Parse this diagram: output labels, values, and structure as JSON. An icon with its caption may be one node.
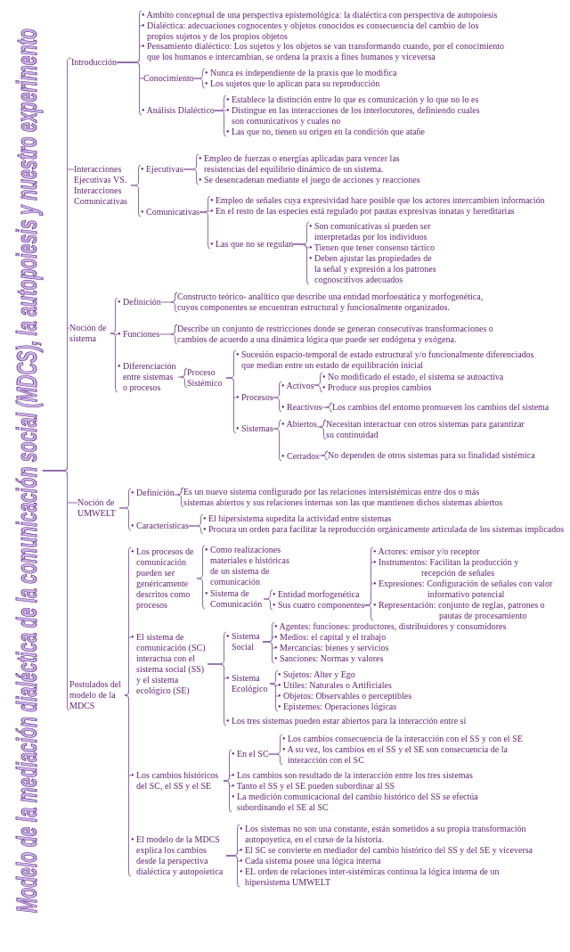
{
  "diagram": {
    "nodes": [
      {
        "text": [
          "Modelo de la mediación dialéctica de la comunicación social (MDCS), la autopoiesis y nuestro experimento"
        ]
      },
      {
        "text": [
          "Introducción"
        ]
      },
      {
        "text": [
          "• Ambito conceptual de una perspectiva epistemológica: la dialéctica con perspectiva de autopoiesis"
        ]
      },
      {
        "text": [
          "• Dialéctica: adecuaciones cognocentes y objetos conocidos es consecuencia del cambio de los propios sujetos y de los propios objetos"
        ]
      },
      {
        "text": [
          "• Pensamiento dialéctico: Los sujetos y los objetos se van transformando cuando, por el conocimiento que los humanos e intercambian, se ordena la praxis a fines humanos y viceversa"
        ]
      },
      {
        "text": [
          "Conocimiento"
        ]
      },
      {
        "text": [
          "• Nunca es independiente de la praxis que lo modifica"
        ]
      },
      {
        "text": [
          "• Los sujetos que lo aplican para su reproducción"
        ]
      },
      {
        "text": [
          "• Análisis Dialéctico"
        ]
      },
      {
        "text": [
          "• Establece la distinción entre lo que es comunicación y lo que no lo es"
        ]
      },
      {
        "text": [
          "• Distingue en las interacciones de los interlocutores, definiendo cuales son comunicativos y cuales no"
        ]
      },
      {
        "text": [
          "• Las que no, tienen su origen en la condición que atañe"
        ]
      },
      {
        "text": [
          "Interacciones Ejecutivas VS. Interacciones Comunicativas"
        ]
      },
      {
        "text": [
          "• Ejecutivas"
        ]
      },
      {
        "text": [
          "• Empleo de fuerzas o energías aplicadas para vencer las resistencias del equilibrio dinámico de un sistema."
        ]
      },
      {
        "text": [
          "• Se desencadenan mediante el juego de acciones y reacciones"
        ]
      },
      {
        "text": [
          "• Comunicativas"
        ]
      },
      {
        "text": [
          "• Empleo de señales cuya expresividad hace posible que los actores intercambien información"
        ]
      },
      {
        "text": [
          "• En el resto de las especies está regulado por pautas expresivas innatas y hereditarias"
        ]
      },
      {
        "text": [
          "• Las que no se regulan"
        ]
      },
      {
        "text": [
          "• Son comunicativas si pueden ser interpretadas por los individuos"
        ]
      },
      {
        "text": [
          "• Tienen que tener consenso táctico"
        ]
      },
      {
        "text": [
          "• Deben ajustar las propiedades de la señal y expresión a los patrones cognoscitivos adecuados"
        ]
      },
      {
        "text": [
          "Noción de sistema"
        ]
      },
      {
        "text": [
          "• Definición"
        ]
      },
      {
        "text": [
          "Constructo teórico- analítico que describe una entidad morfoestática y morfogenética, cuyos componentes se encuentran estructural y funcionalmente organizados."
        ]
      },
      {
        "text": [
          "• Funciones"
        ]
      },
      {
        "text": [
          "Describe un conjunto de restricciones donde se generan consecutivas transformaciones o cambios de acuerdo a una dinámica lógica que puede ser endógena y exógena."
        ]
      },
      {
        "text": [
          "• Diferenciación entre sistemas o procesos"
        ]
      },
      {
        "text": [
          "Proceso Sistémico"
        ]
      },
      {
        "text": [
          "• Sucesión espacio-temporal de estado estructural y/o funcionalmente diferenciados que median entre un estado de equilibración inicial"
        ]
      },
      {
        "text": [
          "• Procesos"
        ]
      },
      {
        "text": [
          "• Activos"
        ]
      },
      {
        "text": [
          "• No modificado el estado, el sistema se autoactiva"
        ]
      },
      {
        "text": [
          "• Produce sus propios cambios"
        ]
      },
      {
        "text": [
          "• Reactivos"
        ]
      },
      {
        "text": [
          "Los cambios del entorno promueven los cambios del sistema"
        ]
      },
      {
        "text": [
          "• Sistemas"
        ]
      },
      {
        "text": [
          "• Abiertos"
        ]
      },
      {
        "text": [
          "Necesitan interactuar con otros sistemas para garantizar su continuidad"
        ]
      },
      {
        "text": [
          "• Cerrados"
        ]
      },
      {
        "text": [
          "No dependen de otros sistemas para su finalidad sistémica"
        ]
      },
      {
        "text": [
          "Noción de UMWELT"
        ]
      },
      {
        "text": [
          "• Definición"
        ]
      },
      {
        "text": [
          "Es un nuevo sistema configurado por las relaciones intersistémicas entre dos o más sistemas abiertos y sus relaciones internas son las que mantienen dichos sistemas abiertos"
        ]
      },
      {
        "text": [
          "• Características"
        ]
      },
      {
        "text": [
          "• El hipersistema supedita la actividad entre sistemas"
        ]
      },
      {
        "text": [
          "• Procura un orden para facilitar la reproducción orgánicamente articulada de los sistemas implicados"
        ]
      },
      {
        "text": [
          "Postulados del modelo de la MDCS"
        ]
      },
      {
        "text": [
          "• Los procesos de comunicación pueden ser genéricamente descritos como procesos"
        ]
      },
      {
        "text": [
          "• Como realizaciones materiales e históricas de un sistema de comunicación"
        ]
      },
      {
        "text": [
          "• Sistema de Comunicación"
        ]
      },
      {
        "text": [
          "• Entidad morfogenética"
        ]
      },
      {
        "text": [
          "• Sus cuatro componentes"
        ]
      },
      {
        "text": [
          "• Actores: emisor y/o receptor"
        ]
      },
      {
        "text": [
          "• Instrumentos: Facilitan la producción y recepción de señales"
        ]
      },
      {
        "text": [
          "• Expresiones: Configuración de señales con valor informativo potencial"
        ]
      },
      {
        "text": [
          "• Representación: conjunto de reglas, patrones o pautas de procesamiento"
        ]
      },
      {
        "text": [
          "• El sistema de comunicación (SC) interactua con el sistema social (SS) y el sistema ecológico (SE)"
        ]
      },
      {
        "text": [
          "• Sistema Social"
        ]
      },
      {
        "text": [
          "• Agentes: funciones: productores, distribuidores y consumidores"
        ]
      },
      {
        "text": [
          "• Medios: el capital y el trabajo"
        ]
      },
      {
        "text": [
          "• Mercancías: bienes y servicios"
        ]
      },
      {
        "text": [
          "• Sanciones: Normas y valores"
        ]
      },
      {
        "text": [
          "• Sistema Ecológico"
        ]
      },
      {
        "text": [
          "• Sujetos: Alter y Ego"
        ]
      },
      {
        "text": [
          "• Utiles: Naturales o Artificiales"
        ]
      },
      {
        "text": [
          "• Objetos: Observables o perceptibles"
        ]
      },
      {
        "text": [
          "• Epistemes: Operaciones lógicas"
        ]
      },
      {
        "text": [
          "• Los tres sistemas pueden estar abiertos para la interacción entre si"
        ]
      },
      {
        "text": [
          "• Los cambios históricos del SC, el SS y el SE"
        ]
      },
      {
        "text": [
          "• En el SC"
        ]
      },
      {
        "text": [
          "• Los cambios consecuencia de la interacción con el SS y con el SE"
        ]
      },
      {
        "text": [
          "• A su vez, los cambios en el SS y el SE son consecuencia de la interacción con el SC"
        ]
      },
      {
        "text": [
          "• Los cambios son resultado de la interacción entre los tres sistemas"
        ]
      },
      {
        "text": [
          "• Tanto el SS y el SE pueden subordinar al SS"
        ]
      },
      {
        "text": [
          "• La medición comunicacional del cambio histórico del SS se efectúa subordinando el SE al SC"
        ]
      },
      {
        "text": [
          "• El modelo de la MDCS explica los cambios desde la perspectiva dialéctica y autopoietica"
        ]
      },
      {
        "text": [
          "• Los sistemas no son una constante, están sometidos a su propia transformación autopoyetica, en el curso de la historia."
        ]
      },
      {
        "text": [
          "• El SC se convierte en mediador del cambio histórico del SS y del SE y viceversa"
        ]
      },
      {
        "text": [
          "• Cada sistema posee una lógica interna"
        ]
      },
      {
        "text": [
          "• EL orden de relaciones inter-sistémicas continua la lógica interna de un hipersistema UMWELT"
        ]
      }
    ],
    "edges": [
      {
        "from": 0,
        "to": 1,
        "arrow": "none"
      },
      {
        "from": 0,
        "to": 12,
        "arrow": "none"
      },
      {
        "from": 0,
        "to": 23,
        "arrow": "none"
      },
      {
        "from": 0,
        "to": 42,
        "arrow": "none"
      },
      {
        "from": 0,
        "to": 48,
        "arrow": "none"
      },
      {
        "from": 1,
        "to": 2,
        "arrow": "none"
      },
      {
        "from": 1,
        "to": 3,
        "arrow": "none"
      },
      {
        "from": 1,
        "to": 4,
        "arrow": "none"
      },
      {
        "from": 1,
        "to": 5,
        "arrow": "none"
      },
      {
        "from": 1,
        "to": 8,
        "arrow": "none"
      },
      {
        "from": 5,
        "to": 6,
        "arrow": "none"
      },
      {
        "from": 5,
        "to": 7,
        "arrow": "none"
      },
      {
        "from": 8,
        "to": 9,
        "arrow": "none"
      },
      {
        "from": 8,
        "to": 10,
        "arrow": "none"
      },
      {
        "from": 8,
        "to": 11,
        "arrow": "none"
      },
      {
        "from": 12,
        "to": 13,
        "arrow": "none"
      },
      {
        "from": 12,
        "to": 16,
        "arrow": "none"
      },
      {
        "from": 13,
        "to": 14,
        "arrow": "none"
      },
      {
        "from": 13,
        "to": 15,
        "arrow": "none"
      },
      {
        "from": 16,
        "to": 17,
        "arrow": "none"
      },
      {
        "from": 16,
        "to": 18,
        "arrow": "none"
      },
      {
        "from": 16,
        "to": 19,
        "arrow": "none"
      },
      {
        "from": 19,
        "to": 20,
        "arrow": "none"
      },
      {
        "from": 19,
        "to": 21,
        "arrow": "none"
      },
      {
        "from": 19,
        "to": 22,
        "arrow": "none"
      },
      {
        "from": 23,
        "to": 24,
        "arrow": "none"
      },
      {
        "from": 23,
        "to": 26,
        "arrow": "none"
      },
      {
        "from": 23,
        "to": 28,
        "arrow": "none"
      },
      {
        "from": 24,
        "to": 25,
        "arrow": "none"
      },
      {
        "from": 26,
        "to": 27,
        "arrow": "none"
      },
      {
        "from": 28,
        "to": 29,
        "arrow": "none"
      },
      {
        "from": 29,
        "to": 30,
        "arrow": "none"
      },
      {
        "from": 29,
        "to": 31,
        "arrow": "none"
      },
      {
        "from": 29,
        "to": 37,
        "arrow": "none"
      },
      {
        "from": 31,
        "to": 32,
        "arrow": "none"
      },
      {
        "from": 31,
        "to": 35,
        "arrow": "none"
      },
      {
        "from": 32,
        "to": 33,
        "arrow": "none"
      },
      {
        "from": 32,
        "to": 34,
        "arrow": "none"
      },
      {
        "from": 35,
        "to": 36,
        "arrow": "none"
      },
      {
        "from": 37,
        "to": 38,
        "arrow": "none"
      },
      {
        "from": 37,
        "to": 40,
        "arrow": "none"
      },
      {
        "from": 38,
        "to": 39,
        "arrow": "none"
      },
      {
        "from": 40,
        "to": 41,
        "arrow": "none"
      },
      {
        "from": 42,
        "to": 43,
        "arrow": "none"
      },
      {
        "from": 42,
        "to": 45,
        "arrow": "none"
      },
      {
        "from": 43,
        "to": 44,
        "arrow": "none"
      },
      {
        "from": 45,
        "to": 46,
        "arrow": "none"
      },
      {
        "from": 45,
        "to": 47,
        "arrow": "none"
      },
      {
        "from": 48,
        "to": 49,
        "arrow": "none"
      },
      {
        "from": 48,
        "to": 58,
        "arrow": "none"
      },
      {
        "from": 48,
        "to": 70,
        "arrow": "none"
      },
      {
        "from": 48,
        "to": 77,
        "arrow": "none"
      },
      {
        "from": 49,
        "to": 50,
        "arrow": "none"
      },
      {
        "from": 49,
        "to": 51,
        "arrow": "none"
      },
      {
        "from": 51,
        "to": 52,
        "arrow": "none"
      },
      {
        "from": 51,
        "to": 53,
        "arrow": "none"
      },
      {
        "from": 53,
        "to": 54,
        "arrow": "none"
      },
      {
        "from": 53,
        "to": 55,
        "arrow": "none"
      },
      {
        "from": 53,
        "to": 56,
        "arrow": "none"
      },
      {
        "from": 53,
        "to": 57,
        "arrow": "none"
      },
      {
        "from": 58,
        "to": 59,
        "arrow": "none"
      },
      {
        "from": 58,
        "to": 64,
        "arrow": "none"
      },
      {
        "from": 58,
        "to": 69,
        "arrow": "none"
      },
      {
        "from": 59,
        "to": 60,
        "arrow": "none"
      },
      {
        "from": 59,
        "to": 61,
        "arrow": "none"
      },
      {
        "from": 59,
        "to": 62,
        "arrow": "none"
      },
      {
        "from": 59,
        "to": 63,
        "arrow": "none"
      },
      {
        "from": 64,
        "to": 65,
        "arrow": "none"
      },
      {
        "from": 64,
        "to": 66,
        "arrow": "none"
      },
      {
        "from": 64,
        "to": 67,
        "arrow": "none"
      },
      {
        "from": 64,
        "to": 68,
        "arrow": "none"
      },
      {
        "from": 70,
        "to": 71,
        "arrow": "none"
      },
      {
        "from": 70,
        "to": 74,
        "arrow": "none"
      },
      {
        "from": 70,
        "to": 75,
        "arrow": "none"
      },
      {
        "from": 70,
        "to": 76,
        "arrow": "none"
      },
      {
        "from": 71,
        "to": 72,
        "arrow": "none"
      },
      {
        "from": 71,
        "to": 73,
        "arrow": "none"
      },
      {
        "from": 77,
        "to": 78,
        "arrow": "none"
      },
      {
        "from": 77,
        "to": 79,
        "arrow": "none"
      },
      {
        "from": 77,
        "to": 80,
        "arrow": "none"
      },
      {
        "from": 77,
        "to": 81,
        "arrow": "none"
      }
    ]
  }
}
